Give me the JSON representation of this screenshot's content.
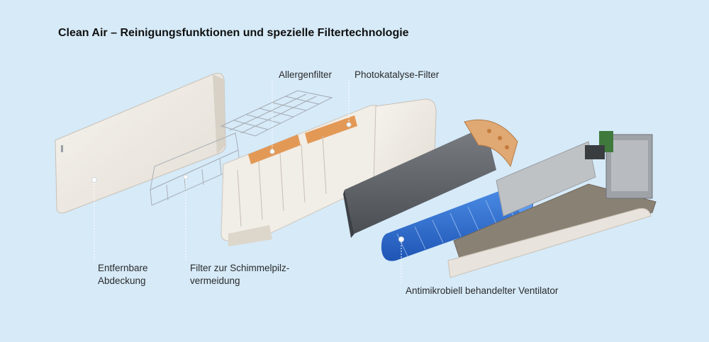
{
  "title": "Clean Air – Reinigungsfunktionen und spezielle Filtertechnologie",
  "labels": {
    "allergen_filter": "Allergenfilter",
    "photocatalysis_filter": "Photokatalyse-Filter",
    "removable_cover_line1": "Entfernbare",
    "removable_cover_line2": "Abdeckung",
    "mold_filter_line1": "Filter zur Schimmelpilz-",
    "mold_filter_line2": "vermeidung",
    "fan": "Antimikrobiell behandelter Ventilator"
  },
  "colors": {
    "background": "#d6eaf8",
    "panel": "#eeeae4",
    "filter_orange": "#e08a3c",
    "fan_blue": "#2a6fd6",
    "dark_grey": "#5a5e63"
  }
}
